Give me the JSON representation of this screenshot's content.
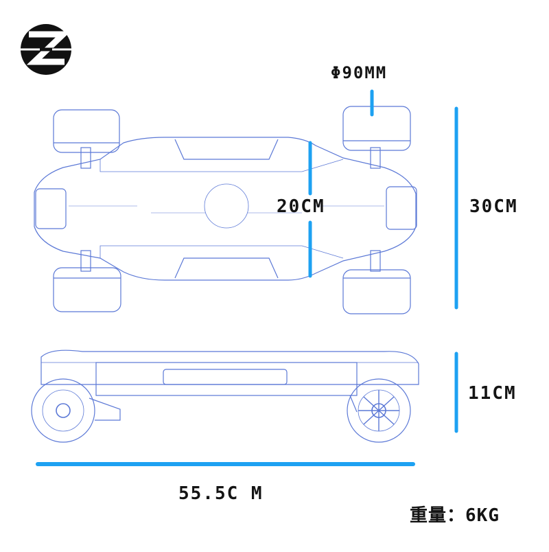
{
  "logo": {
    "icon": "z-logo-icon",
    "letter": "Z"
  },
  "dimensions": {
    "wheel_diameter": "Φ90MM",
    "width": "20CM",
    "length_top": "30CM",
    "height": "11CM",
    "length": "55.5C M",
    "weight_label": "重量",
    "weight_sep": "：",
    "weight_value": "6KG"
  },
  "colors": {
    "accent": "#1da1f2",
    "line": "#5b78d6",
    "text": "#141414"
  }
}
